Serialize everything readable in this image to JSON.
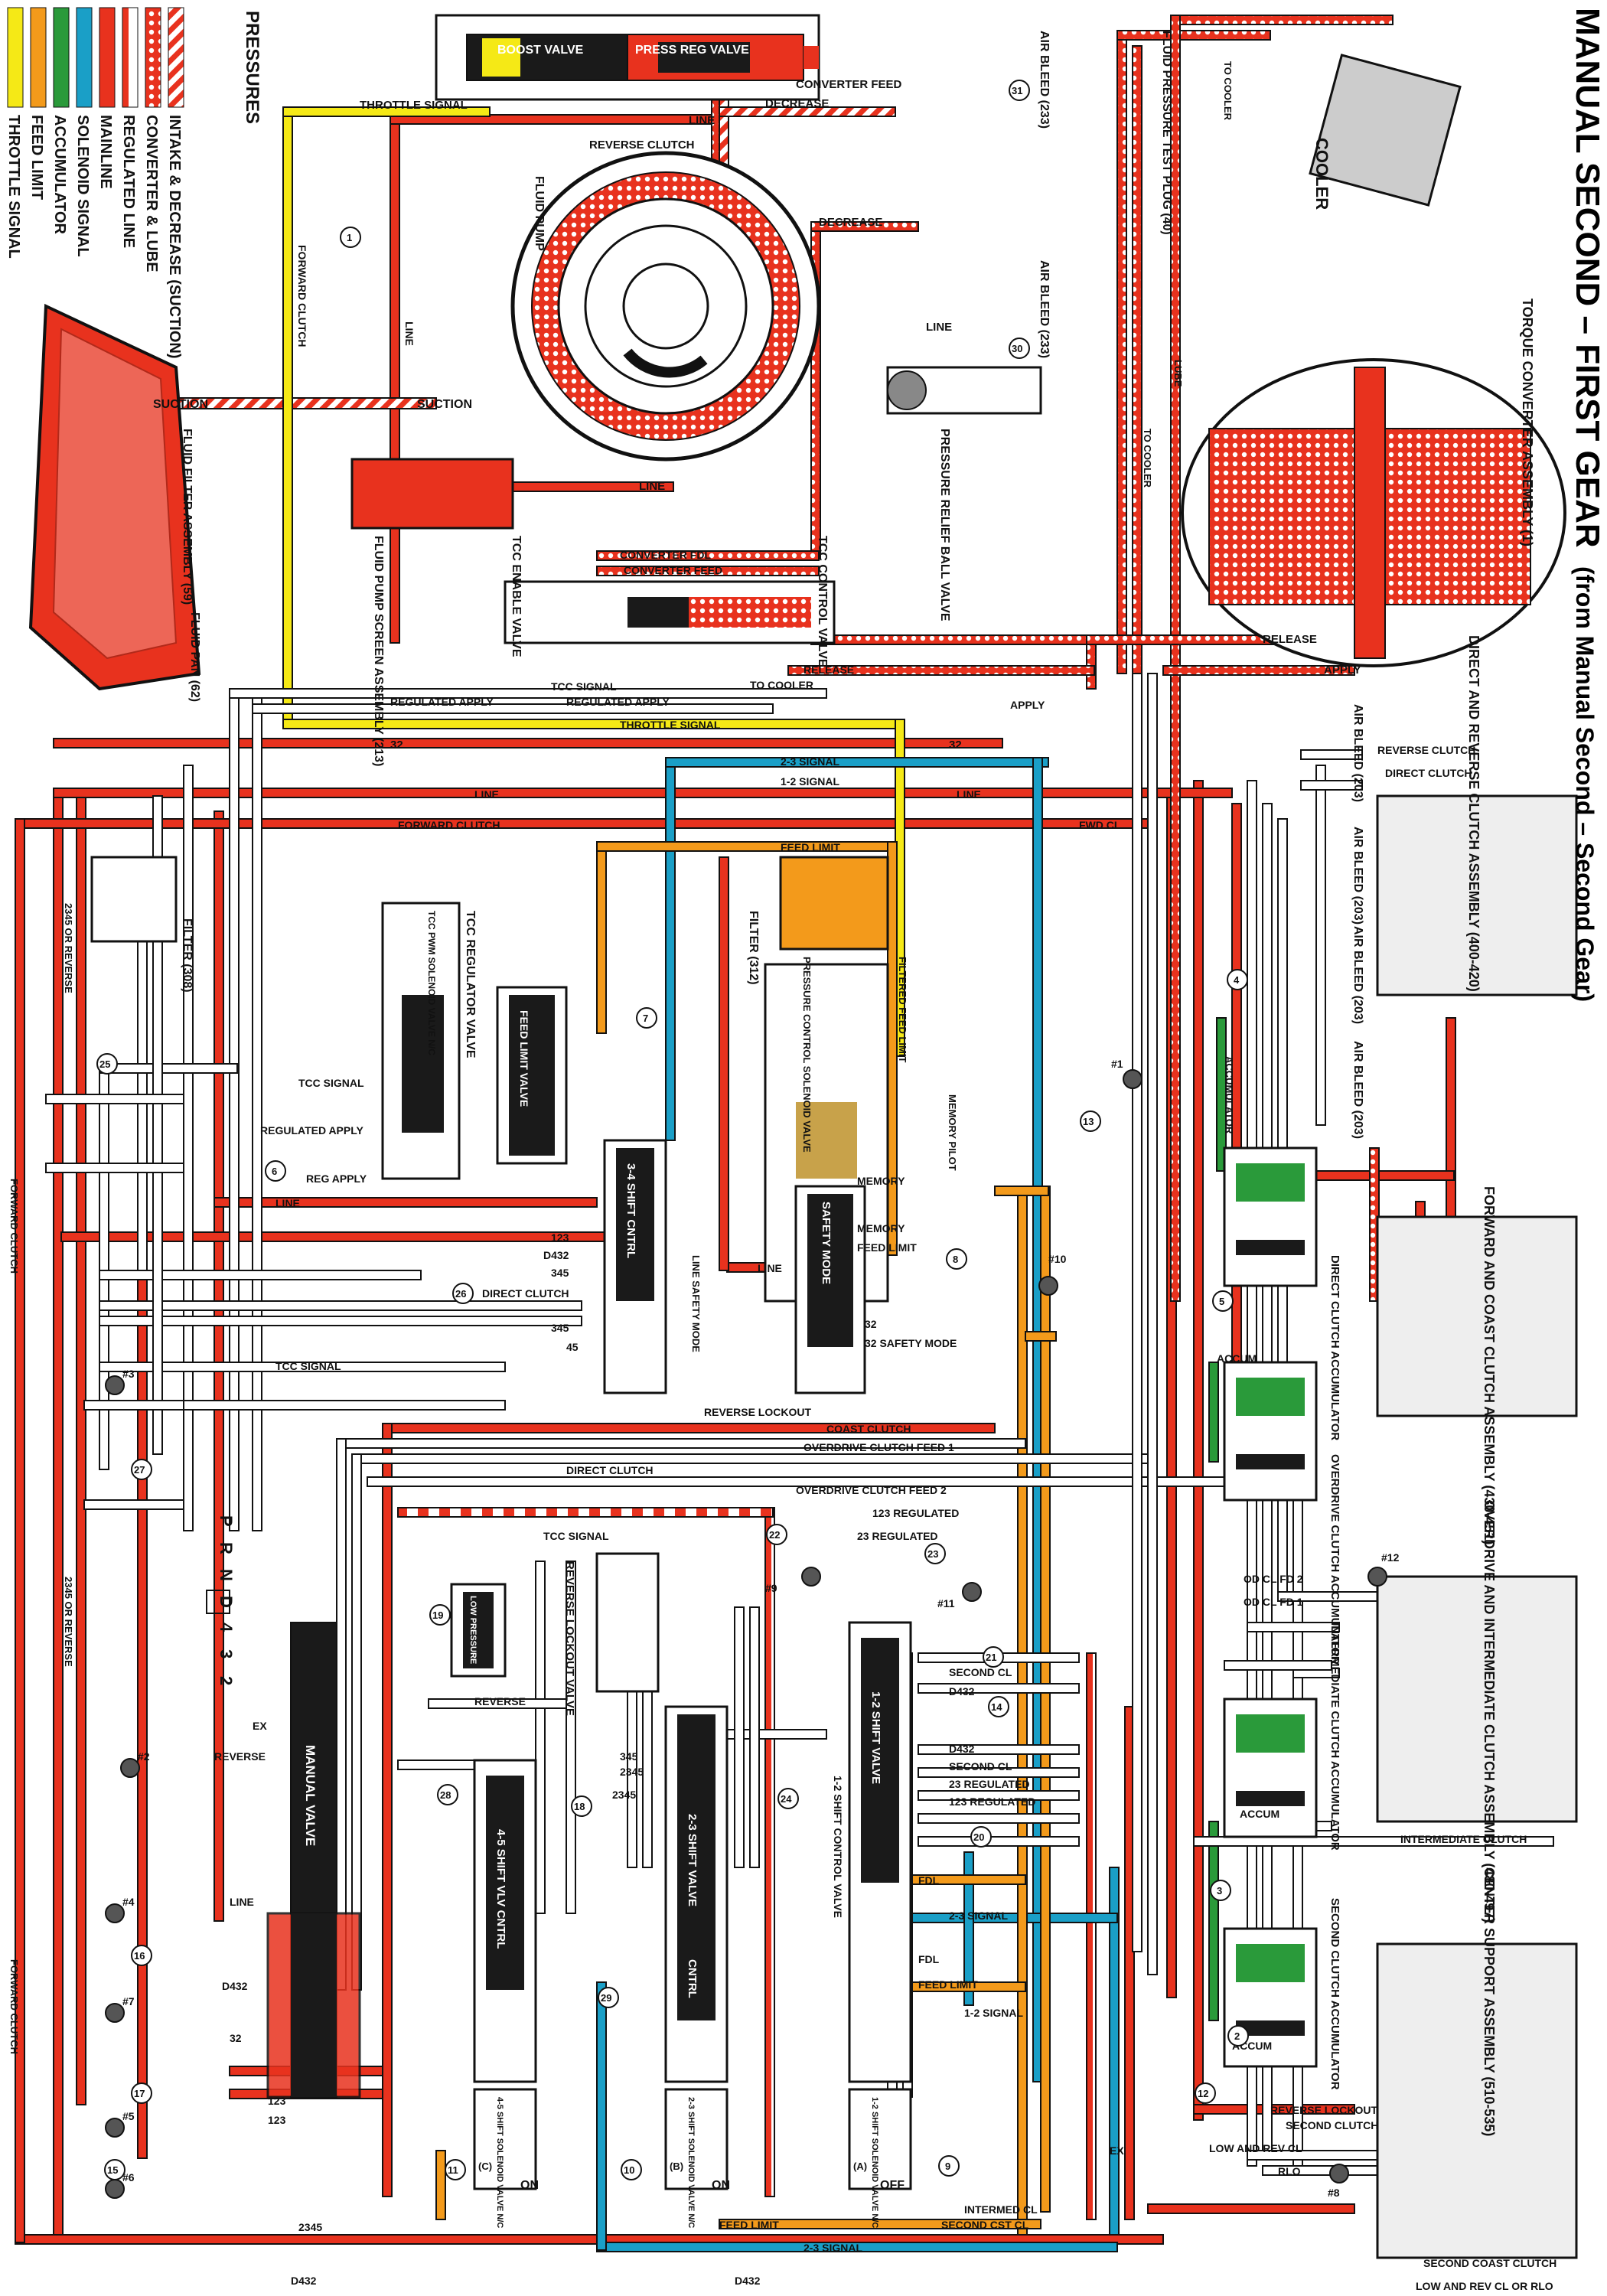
{
  "title": {
    "main": "MANUAL SECOND – FIRST GEAR",
    "sub": "(from Manual Second – Second Gear)"
  },
  "colors": {
    "intake": "#e8321e",
    "converter": "#e8321e",
    "mainline": "#e8321e",
    "regulated": "#e8321e",
    "solenoid": "#1a9fc7",
    "accumulator": "#2a9a3a",
    "feed_limit": "#f39a1b",
    "throttle": "#f5e916",
    "exhaust": "#ffffff",
    "body": "#111111",
    "component_dark": "#1a1a1a",
    "component_gray": "#9a9a9a"
  },
  "legend": {
    "heading": "PRESSURES",
    "items": [
      {
        "label": "INTAKE & DECREASE (SUCTION)",
        "swatch": "hatch"
      },
      {
        "label": "CONVERTER & LUBE",
        "swatch": "dots"
      },
      {
        "label": "REGULATED LINE",
        "swatch": "stripe"
      },
      {
        "label": "MAINLINE",
        "swatch": "solid-red"
      },
      {
        "label": "SOLENOID SIGNAL",
        "swatch": "blue"
      },
      {
        "label": "ACCUMULATOR",
        "swatch": "green"
      },
      {
        "label": "FEED LIMIT",
        "swatch": "orange"
      },
      {
        "label": "THROTTLE SIGNAL",
        "swatch": "yellow"
      }
    ]
  },
  "components": {
    "boost_valve": "BOOST VALVE",
    "press_reg_valve": "PRESS REG VALVE",
    "fluid_pump": "FLUID PUMP",
    "fluid_pressure_test_plug": "FLUID PRESSURE TEST PLUG (40)",
    "air_bleed_233": "AIR BLEED (233)",
    "cooler": "COOLER",
    "torque_converter": "TORQUE CONVERTER ASSEMBLY (1)",
    "pressure_relief_ball_valve": "PRESSURE RELIEF BALL VALVE",
    "fluid_pump_screen": "FLUID PUMP SCREEN ASSEMBLY (213)",
    "tcc_enable_valve": "TCC ENABLE VALVE",
    "tcc_control_valve": "TCC CONTROL VALVE",
    "fluid_filter_assembly": "FLUID FILTER ASSEMBLY (59)",
    "fluid_pan": "FLUID PAN (62)",
    "direct_reverse_clutch": "DIRECT AND REVERSE CLUTCH ASSEMBLY (400-420)",
    "air_bleed_203": "AIR BLEED (203)",
    "filter_308": "FILTER (308)",
    "tcc_regulator_valve": "TCC REGULATOR VALVE",
    "tcc_pwm_solenoid": "TCC PWM SOLENOID VALVE N/C",
    "feed_limit_valve": "FEED LIMIT VALVE",
    "filter_312": "FILTER (312)",
    "pressure_control_solenoid": "PRESSURE CONTROL SOLENOID VALVE",
    "shift_34_cntrl": "3-4 SHIFT CNTRL",
    "safety_mode": "SAFETY MODE",
    "forward_coast_clutch": "FORWARD AND COAST CLUTCH ASSEMBLY (430-451)",
    "direct_clutch_accumulator": "DIRECT CLUTCH ACCUMULATOR",
    "overdrive_clutch_accumulator": "OVERDRIVE CLUTCH ACCUMULATOR",
    "overdrive_intermediate_clutch": "OVERDRIVE AND INTERMEDIATE CLUTCH ASSEMBLY (480-497)",
    "intermediate_clutch_accumulator": "INTERMEDIATE CLUTCH ACCUMULATOR",
    "second_clutch_accumulator": "SECOND CLUTCH ACCUMULATOR",
    "center_support": "CENTER SUPPORT ASSEMBLY (510-535)",
    "reverse_lockout_valve": "REVERSE LOCKOUT VALVE",
    "low_pressure": "LOW PRESSURE",
    "manual_valve": "MANUAL VALVE",
    "shift_45": "4-5 SHIFT VLV CNTRL",
    "shift_23_valve": "2-3 SHIFT VALVE",
    "shift_23_cntrl": "CNTRL",
    "shift_12_valve": "1-2 SHIFT VALVE",
    "shift_12_control": "1-2 SHIFT CONTROL VALVE",
    "sol_45": "4-5 SHIFT SOLENOID VALVE N/C",
    "sol_23": "2-3 SHIFT SOLENOID VALVE N/C",
    "sol_12": "1-2 SHIFT SOLENOID VALVE N/C",
    "sol_45_state": "ON",
    "sol_23_state": "ON",
    "sol_12_state": "OFF",
    "sol_45_letter": "(C)",
    "sol_23_letter": "(B)",
    "sol_12_letter": "(A)"
  },
  "range_selector": [
    "P",
    "R",
    "N",
    "D",
    "4",
    "3",
    "2"
  ],
  "passage_labels": {
    "throttle_signal": "THROTTLE SIGNAL",
    "line": "LINE",
    "reverse_clutch": "REVERSE CLUTCH",
    "decrease": "DECREASE",
    "converter_feed": "CONVERTER FEED",
    "forward_clutch": "FORWARD CLUTCH",
    "suction": "SUCTION",
    "converter_fdl": "CONVERTER FDL",
    "release": "RELEASE",
    "apply": "APPLY",
    "to_cooler": "TO COOLER",
    "lube": "LUBE",
    "tcc_signal": "TCC SIGNAL",
    "regulated_apply": "REGULATED APPLY",
    "p32": "32",
    "signal_23": "2-3 SIGNAL",
    "signal_12": "1-2 SIGNAL",
    "fwd_cl": "FWD CL",
    "feed_limit": "FEED LIMIT",
    "reverse_lockout": "REVERSE LOCKOUT",
    "coast_clutch": "COAST CLUTCH",
    "direct_clutch": "DIRECT CLUTCH",
    "overdrive_clutch_feed_1": "OVERDRIVE CLUTCH FEED 1",
    "overdrive_clutch_feed_2": "OVERDRIVE CLUTCH FEED 2",
    "regulated_123": "123 REGULATED",
    "regulated_23": "23 REGULATED",
    "intermediate_clutch": "INTERMEDIATE CLUTCH",
    "second_clutch": "SECOND CLUTCH",
    "reverse_lockout_bottom": "REVERSE LOCKOUT",
    "low_and_rev_cl": "LOW AND REV CL",
    "rlo": "RLO",
    "intermed_cl": "INTERMED CL",
    "second_cst_cl": "SECOND CST CL",
    "second_coast_clutch": "SECOND COAST CLUTCH",
    "low_rev_cl_or_rlo": "LOW AND REV CL OR RLO",
    "p2345": "2345",
    "d432": "D432",
    "p123": "123",
    "p345": "345",
    "p45": "45",
    "reg_apply": "REG APPLY",
    "safety_mode_32": "32 SAFETY MODE",
    "memory": "MEMORY",
    "accum": "ACCUM",
    "od_cl_fd_2": "OD CL FD 2",
    "od_cl_fd_1": "OD CL FD 1",
    "ex": "EX",
    "reverse": "REVERSE",
    "second_cl": "SECOND CL",
    "fdl": "FDL",
    "or_reverse_2345": "2345 OR REVERSE",
    "line_safety_mode": "LINE SAFETY MODE",
    "filtered_feed_limit": "FILTERED FEED LIMIT",
    "memory_pilot": "MEMORY PILOT",
    "accumulator": "ACCUMULATOR"
  },
  "check_balls": [
    "#1",
    "#2",
    "#3",
    "#4",
    "#5",
    "#6",
    "#7",
    "#8",
    "#9",
    "#10",
    "#11",
    "#12"
  ],
  "orifices": [
    "1",
    "2",
    "3",
    "4",
    "5",
    "6",
    "7",
    "8",
    "9",
    "10",
    "11",
    "12",
    "13",
    "14",
    "15",
    "16",
    "17",
    "18",
    "19",
    "20",
    "21",
    "22",
    "23",
    "24",
    "25",
    "26",
    "27",
    "28",
    "29",
    "30",
    "31"
  ]
}
